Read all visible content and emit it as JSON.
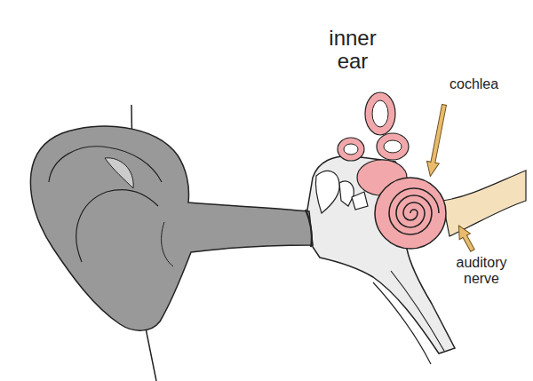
{
  "diagram": {
    "labels": [
      "inner ear",
      "cochlea",
      "auditory nerve"
    ]
  }
}
